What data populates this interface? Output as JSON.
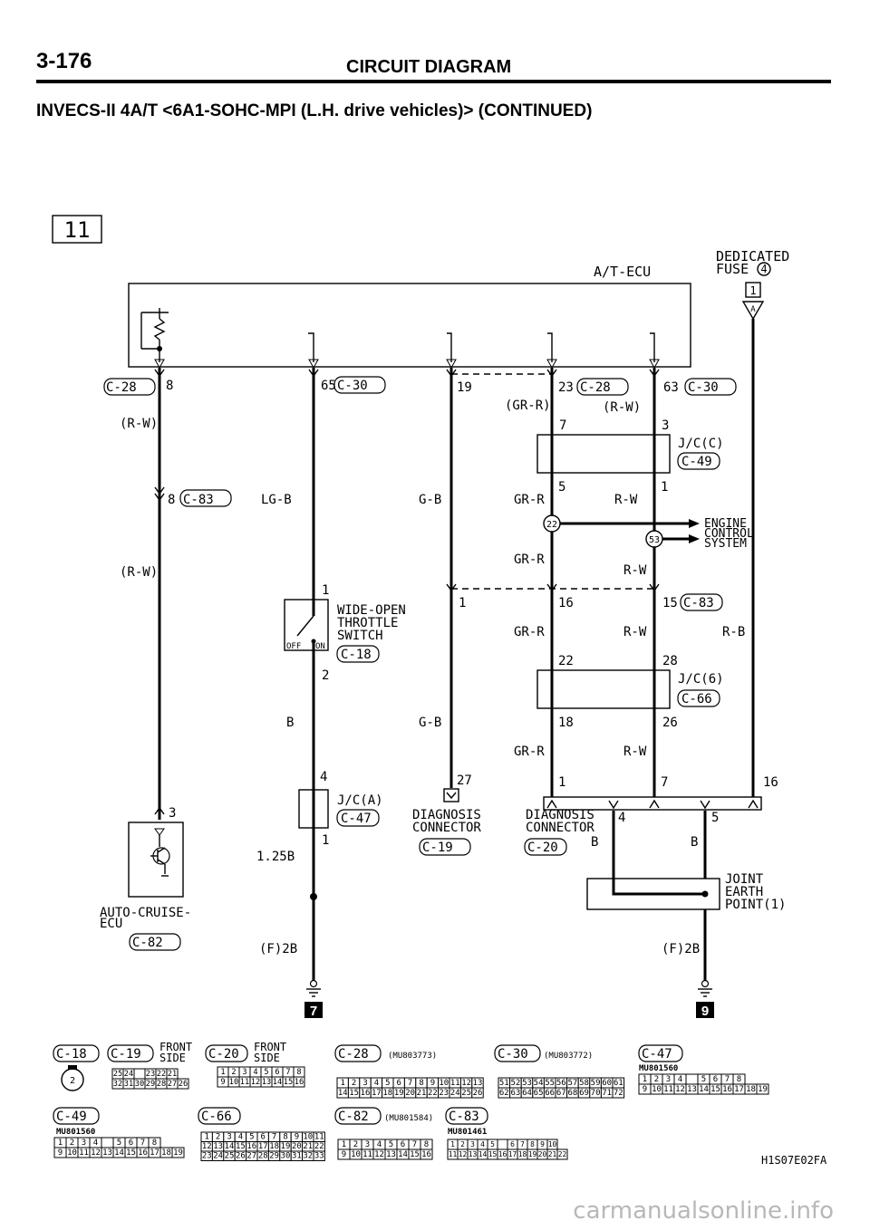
{
  "page_number": "3-176",
  "section_title": "CIRCUIT DIAGRAM",
  "subtitle": "INVECS-II 4A/T <6A1-SOHC-MPI (L.H. drive vehicles)> (CONTINUED)",
  "sheet_no": "11",
  "ecu_label": "A/T-ECU",
  "fuse": {
    "line1": "DEDICATED",
    "line2": "FUSE",
    "num": "4",
    "box": "1",
    "tri": "A"
  },
  "wires": {
    "w_c28_pin": "8",
    "w_c28_conn": "C-28",
    "w_rw1": "(R-W)",
    "w_c83_pin": "8",
    "w_c83_conn": "C-83",
    "w_rw2": "(R-W)",
    "w_65": "65",
    "w_c30a": "C-30",
    "w_lgb": "LG-B",
    "w_19": "19",
    "w_gb1": "G-B",
    "w_gb2": "G-B",
    "w_23": "23",
    "w_c28b": "C-28",
    "w_grr_paren": "(GR-R)",
    "w_7": "7",
    "w_5": "5",
    "w_grr1": "GR-R",
    "w_grr2": "GR-R",
    "w_63": "63",
    "w_c30b": "C-30",
    "w_rw_paren": "(R-W)",
    "w_3": "3",
    "w_1": "1",
    "w_rw3": "R-W",
    "w_rw4": "R-W",
    "jc_c": "J/C(C)",
    "jc_c_conn": "C-49",
    "j22": "22",
    "j53": "53",
    "engine1": "ENGINE",
    "engine2": "CONTROL",
    "engine3": "SYSTEM",
    "w_1b": "1",
    "w_16": "16",
    "w_15": "15",
    "w_c83b": "C-83",
    "w_grr3": "GR-R",
    "w_rw5": "R-W",
    "w_rb": "R-B",
    "w_22": "22",
    "w_28": "28",
    "jc_6": "J/C(6)",
    "jc_6_conn": "C-66",
    "w_18": "18",
    "w_26": "26",
    "w_grr4": "GR-R",
    "w_rw6": "R-W",
    "w_27": "27",
    "w_1c": "1",
    "w_7b": "7",
    "w_16b": "16",
    "diag1a": "DIAGNOSIS",
    "diag1b": "CONNECTOR",
    "diag1c": "C-19",
    "diag2a": "DIAGNOSIS",
    "diag2b": "CONNECTOR",
    "diag2c": "C-20",
    "w_4": "4",
    "w_5b": "5",
    "w_b1": "B",
    "w_b2": "B",
    "joint1": "JOINT",
    "joint2": "EARTH",
    "joint3": "POINT(1)",
    "f2b_a": "(F)2B",
    "f2b_b": "(F)2B",
    "wot_pin1": "1",
    "wot1": "WIDE-OPEN",
    "wot2": "THROTTLE",
    "wot3": "SWITCH",
    "wot_conn": "C-18",
    "wot_pin2": "2",
    "wot_off": "OFF",
    "wot_on": "ON",
    "w_b3": "B",
    "jc_a_pin4": "4",
    "jc_a": "J/C(A)",
    "jc_a_conn": "C-47",
    "jc_a_pin1": "1",
    "w_125b": "1.25B",
    "w_3b": "3",
    "auto1": "AUTO-CRUISE-",
    "auto2": "ECU",
    "auto_conn": "C-82",
    "earth_a": "7",
    "earth_b": "9"
  },
  "connectors": {
    "c18": "C-18",
    "c19": "C-19",
    "c19_side1": "FRONT",
    "c19_side2": "SIDE",
    "c20": "C-20",
    "c20_side1": "FRONT",
    "c20_side2": "SIDE",
    "c18_pins": "2",
    "c19_row1": [
      "25",
      "24",
      "",
      "23",
      "22",
      "21"
    ],
    "c19_row2": [
      "32",
      "31",
      "30",
      "29",
      "28",
      "27",
      "26"
    ],
    "c20_row1": [
      "1",
      "2",
      "3",
      "4",
      "5",
      "6",
      "7",
      "8"
    ],
    "c20_row2": [
      "9",
      "10",
      "11",
      "12",
      "13",
      "14",
      "15",
      "16"
    ],
    "c28": "C-28",
    "c28_part": "(MU803773)",
    "c28_row1": [
      "1",
      "2",
      "3",
      "4",
      "5",
      "6",
      "7",
      "8",
      "9",
      "10",
      "11",
      "12",
      "13"
    ],
    "c28_row2": [
      "14",
      "15",
      "16",
      "17",
      "18",
      "19",
      "20",
      "21",
      "22",
      "23",
      "24",
      "25",
      "26"
    ],
    "c30": "C-30",
    "c30_part": "(MU803772)",
    "c30_row1": [
      "51",
      "52",
      "53",
      "54",
      "55",
      "56",
      "57",
      "58",
      "59",
      "60",
      "61"
    ],
    "c30_row2": [
      "62",
      "63",
      "64",
      "65",
      "66",
      "67",
      "68",
      "69",
      "70",
      "71",
      "72"
    ],
    "c47": "C-47",
    "c47_part": "MU801560",
    "c47_row1": [
      "1",
      "2",
      "3",
      "4",
      "",
      "5",
      "6",
      "7",
      "8"
    ],
    "c47_row2": [
      "9",
      "10",
      "11",
      "12",
      "13",
      "14",
      "15",
      "16",
      "17",
      "18",
      "19"
    ],
    "c49": "C-49",
    "c49_part": "MU801560",
    "c49_row1": [
      "1",
      "2",
      "3",
      "4",
      "",
      "5",
      "6",
      "7",
      "8"
    ],
    "c49_row2": [
      "9",
      "10",
      "11",
      "12",
      "13",
      "14",
      "15",
      "16",
      "17",
      "18",
      "19"
    ],
    "c66": "C-66",
    "c66_row1": [
      "1",
      "2",
      "3",
      "4",
      "5",
      "6",
      "7",
      "8",
      "9",
      "10",
      "11"
    ],
    "c66_row2": [
      "12",
      "13",
      "14",
      "15",
      "16",
      "17",
      "18",
      "19",
      "20",
      "21",
      "22"
    ],
    "c66_row3": [
      "23",
      "24",
      "25",
      "26",
      "27",
      "28",
      "29",
      "30",
      "31",
      "32",
      "33"
    ],
    "c82": "C-82",
    "c82_part": "(MU801584)",
    "c82_row1": [
      "1",
      "2",
      "3",
      "4",
      "5",
      "6",
      "7",
      "8"
    ],
    "c82_row2": [
      "9",
      "10",
      "11",
      "12",
      "13",
      "14",
      "15",
      "16"
    ],
    "c83": "C-83",
    "c83_part": "MU801461",
    "c83_row1": [
      "1",
      "2",
      "3",
      "4",
      "5",
      "",
      "6",
      "7",
      "8",
      "9",
      "10"
    ],
    "c83_row2": [
      "11",
      "12",
      "13",
      "14",
      "15",
      "16",
      "17",
      "18",
      "19",
      "20",
      "21",
      "22"
    ]
  },
  "figure_code": "H1S07E02FA",
  "watermark": "carmanualsonline.info"
}
